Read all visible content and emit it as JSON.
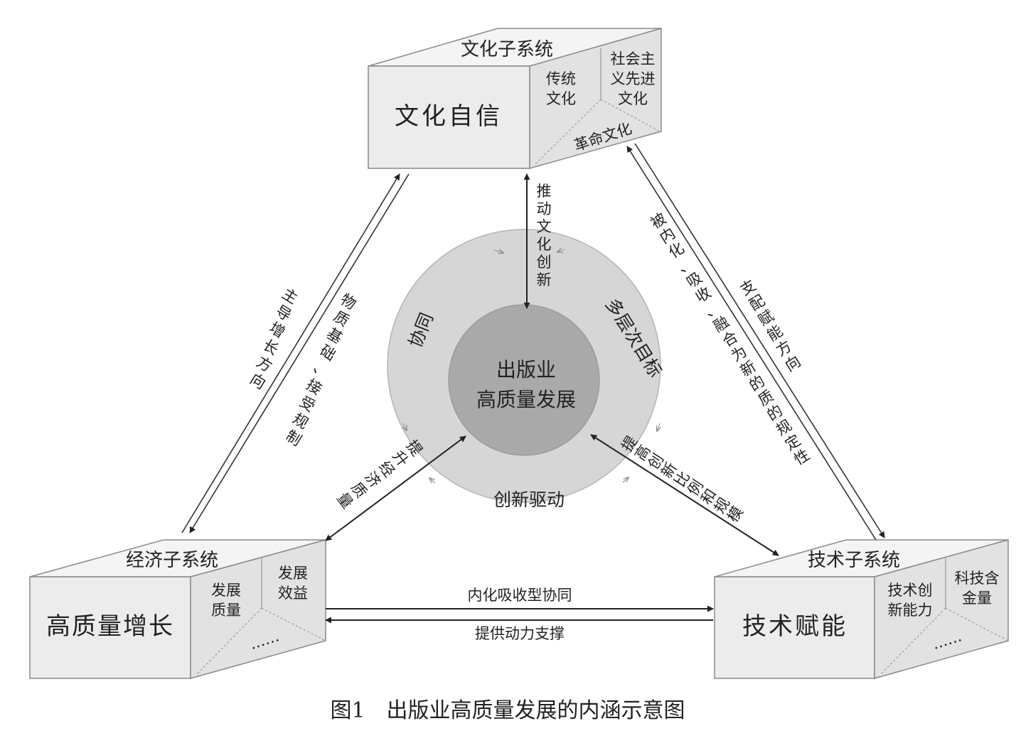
{
  "colors": {
    "box_front": "#ececec",
    "ring": "#d6d6d6",
    "core": "#a9a9a9",
    "arrow": "#222222"
  },
  "culture": {
    "system": "文化子系统",
    "main": "文化自信",
    "sub1": [
      "传统",
      "文化"
    ],
    "sub2": [
      "社会主",
      "义先进",
      "文化"
    ],
    "sub3": "革命文化"
  },
  "economy": {
    "system": "经济子系统",
    "main": "高质量增长",
    "sub1": [
      "发展",
      "质量"
    ],
    "sub2": [
      "发展",
      "效益"
    ],
    "sub3": "……"
  },
  "technology": {
    "system": "技术子系统",
    "main": "技术赋能",
    "sub1": [
      "技术创",
      "新能力"
    ],
    "sub2": [
      "科技含",
      "金量"
    ],
    "sub3": "……"
  },
  "center": {
    "core": [
      "出版业",
      "高质量发展"
    ],
    "ring_labels": {
      "left": "协同",
      "right": "多层次目标",
      "bottom": "创新驱动"
    }
  },
  "arrows": {
    "culture_to_center": "推动文化创新",
    "left_outer": "主导增长方向",
    "left_inner": "物质基础、接受规制",
    "right_inner": "被内化、吸收、融合为新的质的规定性",
    "right_outer": "支配赋能方向",
    "center_economy": "提升经济质量",
    "center_tech": "提高创新比例和规模",
    "econ_tech_top": "内化吸收型协同",
    "econ_tech_bottom": "提供动力支撑"
  },
  "caption": "图1　出版业高质量发展的内涵示意图"
}
